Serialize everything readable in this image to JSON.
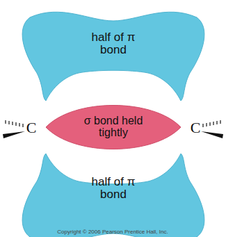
{
  "diagram": {
    "nodes": [
      {
        "text": [
          "half of π bond"
        ]
      },
      {
        "text": [
          "σ bond held tightly"
        ]
      },
      {
        "text": [
          "half of π bond"
        ]
      }
    ],
    "labels": [
      "C",
      "C",
      "Copyright © 2006 Pearson Prentice Hall, Inc."
    ]
  }
}
